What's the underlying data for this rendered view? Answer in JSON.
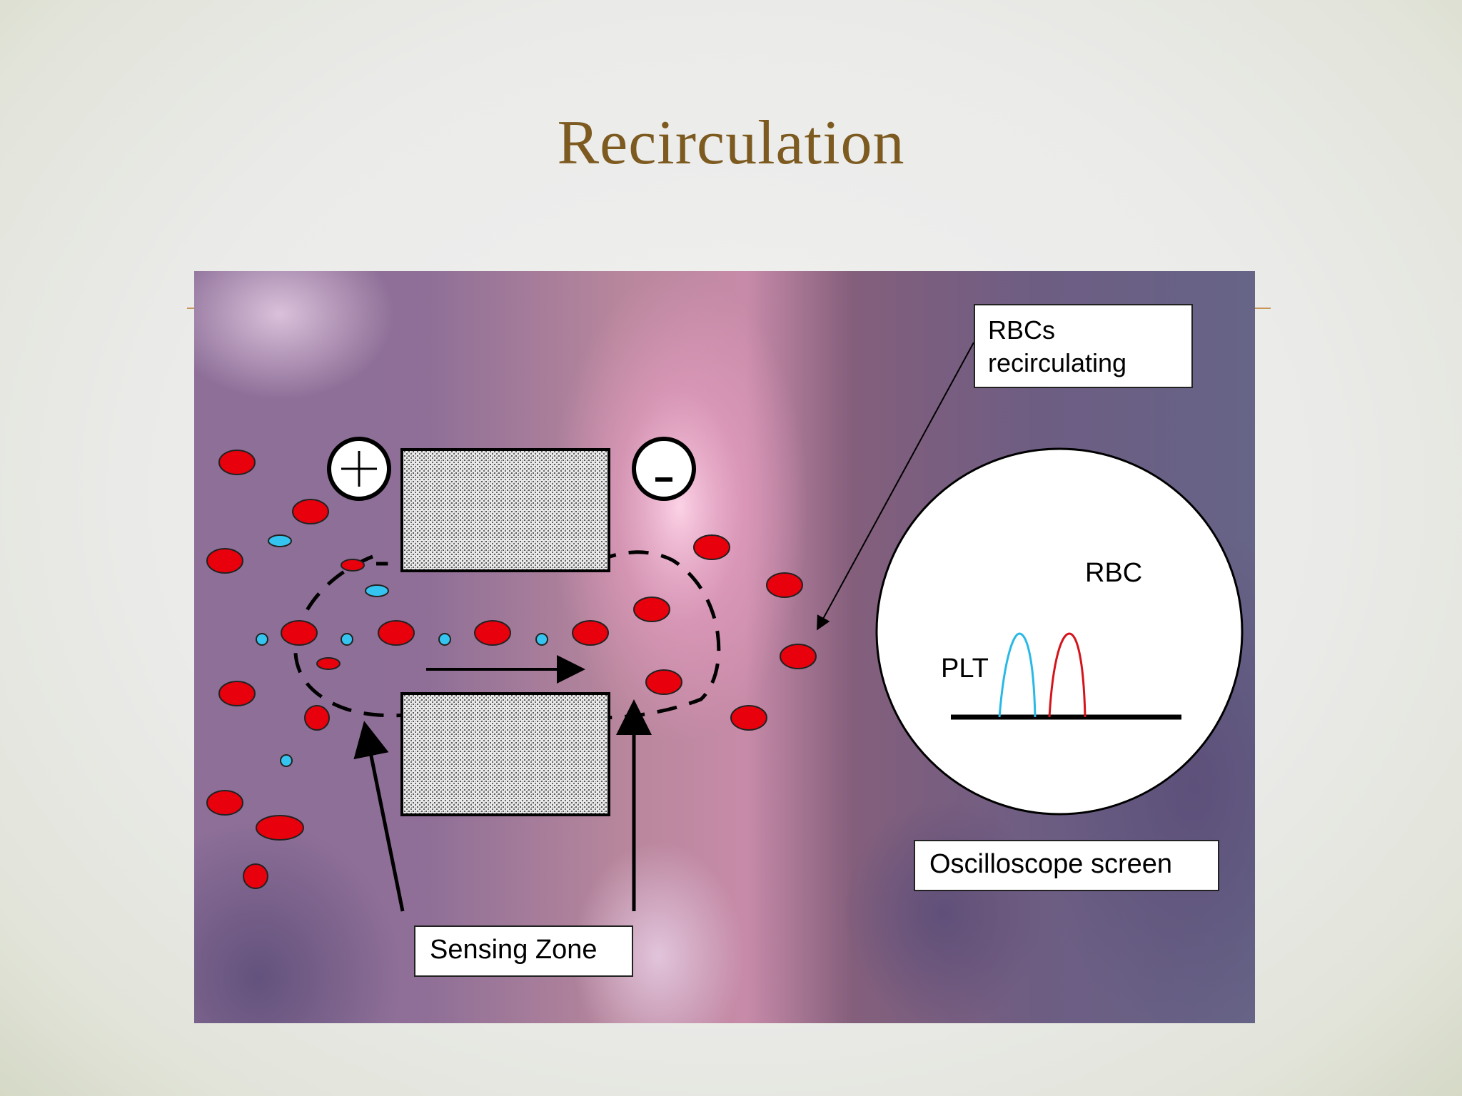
{
  "slide": {
    "title": "Recirculation"
  },
  "diagram": {
    "labels": {
      "rbc_recirculating": [
        "RBCs",
        "recirculating"
      ],
      "sensing_zone": "Sensing Zone",
      "oscilloscope_screen": "Oscilloscope screen",
      "rbc_peak": "RBC",
      "plt_peak": "PLT"
    },
    "electrodes": {
      "positive": "+",
      "negative": "-"
    },
    "colors": {
      "title": "#7d5a1f",
      "rbc_cell": "#e8000c",
      "platelet": "#35c4ef",
      "plt_peak_line": "#29b9e6",
      "rbc_peak_line": "#d4141b",
      "accent_rule": "#c8955a"
    },
    "icons": [
      "plus-icon",
      "minus-icon",
      "flow-arrow-icon"
    ]
  }
}
